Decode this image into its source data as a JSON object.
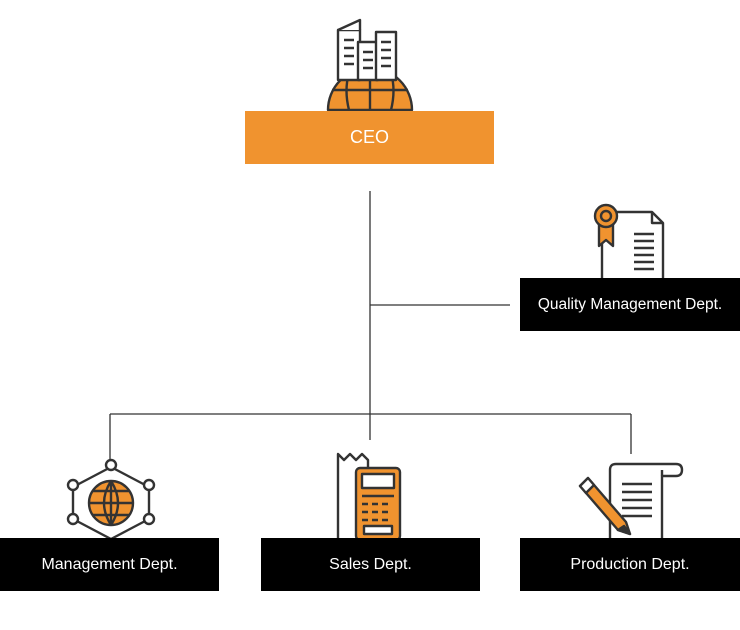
{
  "chart": {
    "root": {
      "label": "CEO",
      "icon": "globe-buildings-icon"
    },
    "staff": {
      "label": "Quality Management Dept.",
      "icon": "certificate-document-icon"
    },
    "departments": [
      {
        "label": "Management Dept.",
        "icon": "network-globe-icon"
      },
      {
        "label": "Sales Dept.",
        "icon": "cash-register-receipt-icon"
      },
      {
        "label": "Production Dept.",
        "icon": "pen-document-icon"
      }
    ]
  },
  "colors": {
    "accent": "#f0932f",
    "dark": "#333333",
    "box_dark": "#000000",
    "text_on_box": "#ffffff"
  }
}
